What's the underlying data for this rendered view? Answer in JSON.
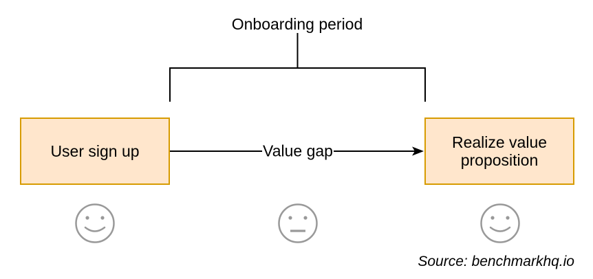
{
  "diagram": {
    "title": "Onboarding period",
    "nodes": [
      {
        "id": "user-sign-up",
        "label": "User sign up",
        "sentiment": "happy"
      },
      {
        "id": "realize-value-proposition",
        "label": "Realize value proposition",
        "sentiment": "happy"
      }
    ],
    "edge": {
      "label": "Value gap",
      "from": "user-sign-up",
      "to": "realize-value-proposition",
      "sentiment": "neutral"
    },
    "icons": [
      {
        "name": "smiley-happy-icon",
        "position": "left"
      },
      {
        "name": "smiley-neutral-icon",
        "position": "middle"
      },
      {
        "name": "smiley-happy-icon",
        "position": "right"
      }
    ],
    "source": "Source: benchmarkhq.io",
    "colors": {
      "node_fill": "#FFE6CC",
      "node_border": "#D79B00",
      "connector": "#000000",
      "text": "#000000",
      "smiley": "#999999",
      "background": "#FFFFFF"
    }
  }
}
